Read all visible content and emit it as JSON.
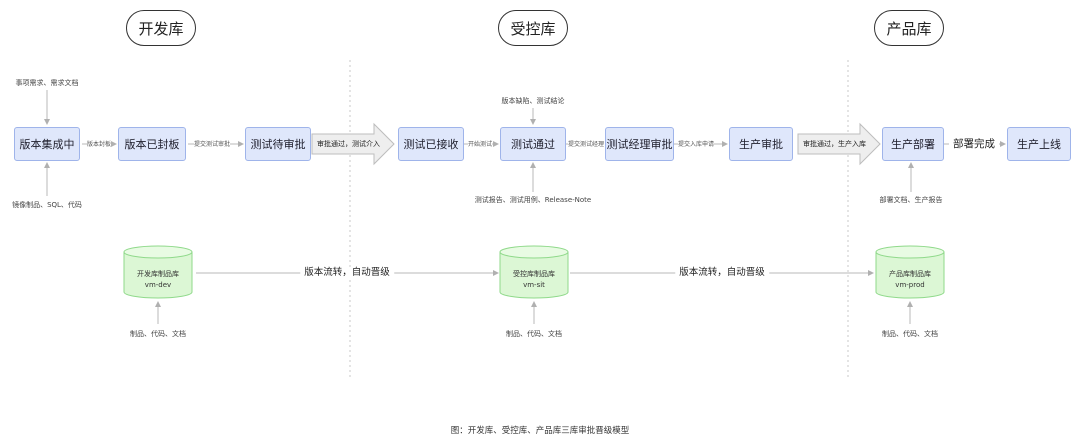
{
  "lanes": {
    "dev": "开发库",
    "qa": "受控库",
    "prod": "产品库"
  },
  "nodes": {
    "integrating": "版本集成中",
    "sealed": "版本已封板",
    "pending_test_approval": "测试待审批",
    "test_received": "测试已接收",
    "test_passed": "测试通过",
    "test_manager_approval": "测试经理审批",
    "prod_approval": "生产审批",
    "prod_deploy": "生产部署",
    "prod_online": "生产上线"
  },
  "edge_labels": {
    "seal": "版本封板",
    "submit_test_approval": "提交测试审批",
    "approved_test_involve": "审批通过，测试介入",
    "start_test": "开始测试",
    "submit_test_manager": "提交测试经理",
    "submit_warehouse": "提交入库申请",
    "approved_warehouse": "审批通过，生产入库",
    "deploy_done": "部署完成"
  },
  "inputs": {
    "requirements": "事项需求、需求文档",
    "image_artifacts": "镜像制品、SQL、代码",
    "defects": "版本缺陷、测试结论",
    "test_reports": "测试报告、测试用例、Release-Note",
    "deploy_docs": "部署文档、生产报告"
  },
  "repos": {
    "dev": {
      "name": "开发库制品库",
      "vm": "vm-dev",
      "input": "制品、代码、文档"
    },
    "sit": {
      "name": "受控库制品库",
      "vm": "vm-sit",
      "input": "制品、代码、文档"
    },
    "prod": {
      "name": "产品库制品库",
      "vm": "vm-prod",
      "input": "制品、代码、文档"
    }
  },
  "repo_flow": {
    "dev_to_sit": "版本流转，自动晋级",
    "sit_to_prod": "版本流转，自动晋级"
  },
  "caption": "图：开发库、受控库、产品库三库审批晋级模型",
  "colors": {
    "node_fill": "#dfe7fb",
    "node_border": "#9fb4ea",
    "repo_fill": "#dcf7d5",
    "repo_border": "#8fd98a",
    "connector": "#b8b8b8"
  }
}
